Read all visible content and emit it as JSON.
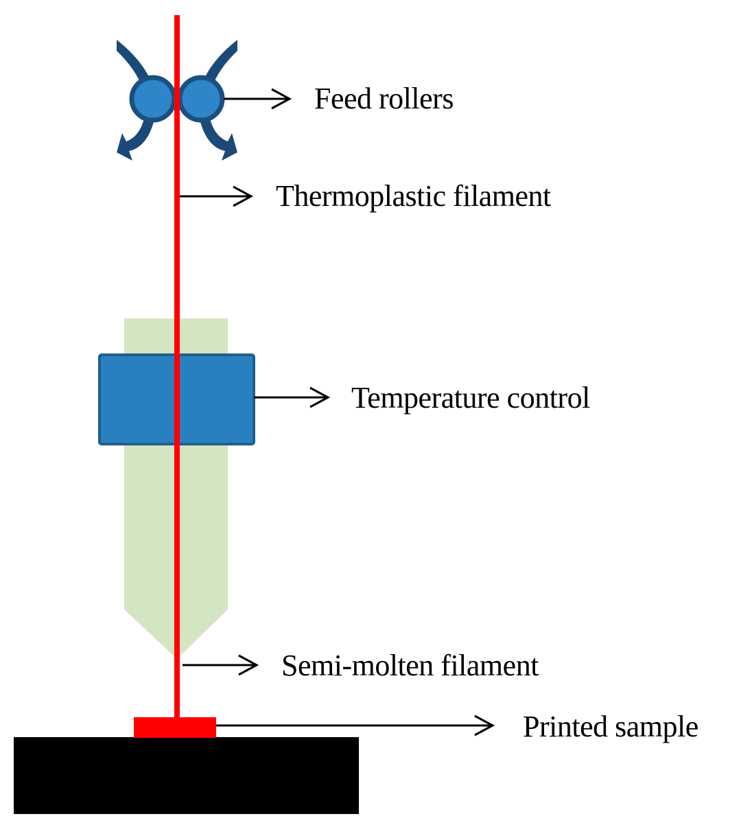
{
  "labels": {
    "feed_rollers": "Feed rollers",
    "thermoplastic_filament": "Thermoplastic filament",
    "temperature_control": "Temperature control",
    "semi_molten_filament": "Semi-molten filament",
    "printed_sample": "Printed sample"
  },
  "colors": {
    "filament": "#ff0000",
    "nozzle": "#d3e6c1",
    "heater_fill": "#2980c1",
    "heater_border": "#1f5f8f",
    "roller_fill": "#2e86c8",
    "roller_border": "#1b4f80",
    "roller_arrows": "#1b4a78",
    "build_plate": "#000000",
    "printed_sample": "#ff0000",
    "leader_arrows": "#000000"
  }
}
